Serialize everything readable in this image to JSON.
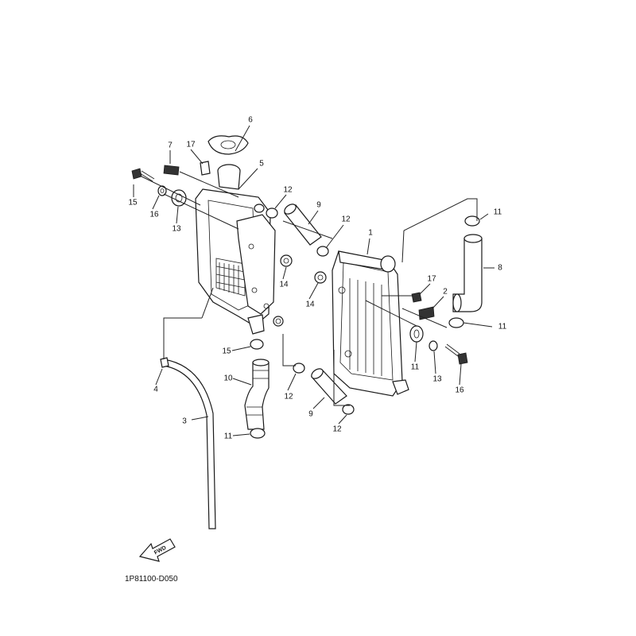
{
  "diagram": {
    "drawing_code": "1P81100-D050",
    "forward_arrow_text": "FWD",
    "callouts": [
      {
        "id": "c6",
        "text": "6"
      },
      {
        "id": "c7",
        "text": "7"
      },
      {
        "id": "c17a",
        "text": "17"
      },
      {
        "id": "c5",
        "text": "5"
      },
      {
        "id": "c15a",
        "text": "15"
      },
      {
        "id": "c16a",
        "text": "16"
      },
      {
        "id": "c13a",
        "text": "13"
      },
      {
        "id": "c12a",
        "text": "12"
      },
      {
        "id": "c9a",
        "text": "9"
      },
      {
        "id": "c12b",
        "text": "12"
      },
      {
        "id": "c1",
        "text": "1"
      },
      {
        "id": "c11a",
        "text": "11"
      },
      {
        "id": "c8",
        "text": "8"
      },
      {
        "id": "c14a",
        "text": "14"
      },
      {
        "id": "c14b",
        "text": "14"
      },
      {
        "id": "c17b",
        "text": "17"
      },
      {
        "id": "c2",
        "text": "2"
      },
      {
        "id": "c11b",
        "text": "11"
      },
      {
        "id": "c11c",
        "text": "11"
      },
      {
        "id": "c13b",
        "text": "13"
      },
      {
        "id": "c16b",
        "text": "16"
      },
      {
        "id": "c15b",
        "text": "15"
      },
      {
        "id": "c10",
        "text": "10"
      },
      {
        "id": "c12c",
        "text": "12"
      },
      {
        "id": "c4",
        "text": "4"
      },
      {
        "id": "c9b",
        "text": "9"
      },
      {
        "id": "c12d",
        "text": "12"
      },
      {
        "id": "c3",
        "text": "3"
      },
      {
        "id": "c11d",
        "text": "11"
      }
    ]
  }
}
